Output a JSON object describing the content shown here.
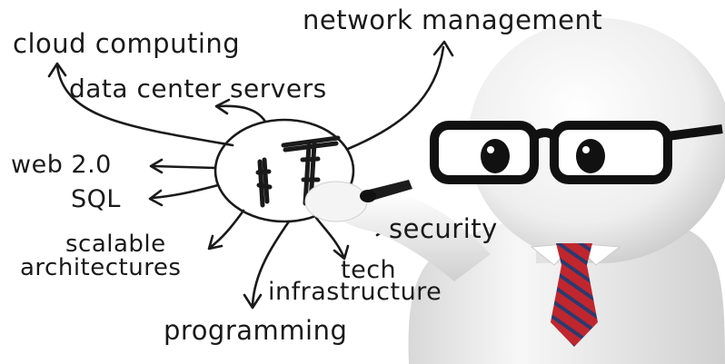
{
  "scene": {
    "center_label": "IT",
    "topics": {
      "network_management": "network management",
      "cloud_computing": "cloud computing",
      "data_center_servers": "data center servers",
      "web_2_0": "web 2.0",
      "sql": "SQL",
      "scalable": "scalable",
      "architectures": "architectures",
      "security": "security",
      "tech": "tech",
      "infrastructure": "infrastructure",
      "programming": "programming"
    }
  },
  "colors": {
    "ink": "#1a1a1a",
    "figure_skin": "#f2f2f2",
    "figure_shade": "#c9c9c9",
    "glasses": "#111111",
    "tie_red": "#c0262e",
    "tie_stripe": "#2b3a6e",
    "marker": "#222222"
  }
}
